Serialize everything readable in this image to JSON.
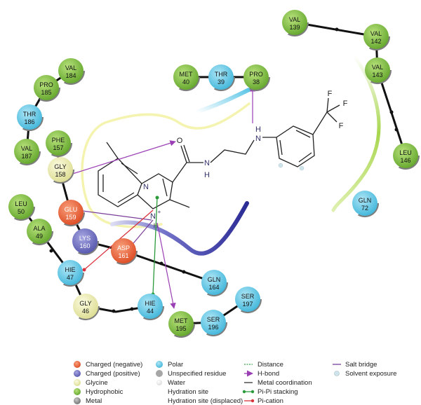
{
  "residues": {
    "val139": {
      "name": "VAL",
      "num": "139",
      "type": "hydrophobic"
    },
    "val142": {
      "name": "VAL",
      "num": "142",
      "type": "hydrophobic"
    },
    "val143": {
      "name": "VAL",
      "num": "143",
      "type": "hydrophobic"
    },
    "leu146": {
      "name": "LEU",
      "num": "146",
      "type": "hydrophobic"
    },
    "gln72": {
      "name": "GLN",
      "num": "72",
      "type": "polar"
    },
    "met40": {
      "name": "MET",
      "num": "40",
      "type": "hydrophobic"
    },
    "thr39": {
      "name": "THR",
      "num": "39",
      "type": "polar"
    },
    "pro38": {
      "name": "PRO",
      "num": "38",
      "type": "hydrophobic"
    },
    "val184": {
      "name": "VAL",
      "num": "184",
      "type": "hydrophobic"
    },
    "pro185": {
      "name": "PRO",
      "num": "185",
      "type": "hydrophobic"
    },
    "thr186": {
      "name": "THR",
      "num": "186",
      "type": "polar"
    },
    "val187": {
      "name": "VAL",
      "num": "187",
      "type": "hydrophobic"
    },
    "phe157": {
      "name": "PHE",
      "num": "157",
      "type": "hydrophobic"
    },
    "gly158": {
      "name": "GLY",
      "num": "158",
      "type": "glycine"
    },
    "leu50": {
      "name": "LEU",
      "num": "50",
      "type": "hydrophobic"
    },
    "ala49": {
      "name": "ALA",
      "num": "49",
      "type": "hydrophobic"
    },
    "glu159": {
      "name": "GLU",
      "num": "159",
      "type": "negative"
    },
    "lys160": {
      "name": "LYS",
      "num": "160",
      "type": "positive"
    },
    "asp161": {
      "name": "ASP",
      "num": "161",
      "type": "negative"
    },
    "hie47": {
      "name": "HIE",
      "num": "47",
      "type": "polar"
    },
    "gly46": {
      "name": "GLY",
      "num": "46",
      "type": "glycine"
    },
    "hie44": {
      "name": "HIE",
      "num": "44",
      "type": "polar"
    },
    "gln164": {
      "name": "GLN",
      "num": "164",
      "type": "polar"
    },
    "met195": {
      "name": "MET",
      "num": "195",
      "type": "hydrophobic"
    },
    "ser196": {
      "name": "SER",
      "num": "196",
      "type": "polar"
    },
    "ser197": {
      "name": "SER",
      "num": "197",
      "type": "polar"
    }
  },
  "atoms": {
    "o": "O",
    "n_ring": "N",
    "n_plus": "N",
    "plus": "+",
    "h_plus": "H",
    "nh_amide_n": "N",
    "nh_amide_h": "H",
    "nh_amine_h": "H",
    "nh_amine_n": "N",
    "f1": "F",
    "f2": "F",
    "f3": "F"
  },
  "legend": {
    "charged_negative": "Charged (negative)",
    "charged_positive": "Charged (positive)",
    "glycine": "Glycine",
    "hydrophobic": "Hydrophobic",
    "metal": "Metal",
    "polar": "Polar",
    "unspecified": "Unspecified residue",
    "water": "Water",
    "hydration_site": "Hydration site",
    "hydration_site_displaced": "Hydration site (displaced)",
    "distance": "Distance",
    "hbond": "H-bond",
    "metal_coordination": "Metal coordination",
    "pi_pi": "Pi-Pi stacking",
    "pi_cation": "Pi-cation",
    "salt_bridge": "Salt bridge",
    "solvent_exposure": "Solvent exposure"
  },
  "colors": {
    "hydrophobic": "#7cc043",
    "polar": "#58c8e6",
    "glycine": "#eaeaa6",
    "negative": "#e85c35",
    "positive": "#6c6cc0",
    "unspecified": "#a6a6a6",
    "water": "#e6e6e6",
    "hbond": "#9b3fb5",
    "pipi": "#2a9a3a",
    "pication": "#d8323c",
    "saltbridge": "#7a3d99",
    "distance": "#3aa84a",
    "metalcoord": "#333333",
    "solvent": "#cfe3ea"
  }
}
